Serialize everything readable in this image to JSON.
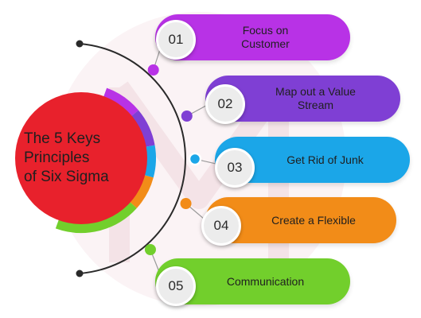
{
  "title_lines": [
    "The 5 Keys",
    "Principles",
    "of Six Sigma"
  ],
  "colors": {
    "center": "#e8212c",
    "steps": [
      "#b832e6",
      "#7f3fd4",
      "#1ba6e8",
      "#f28c18",
      "#72cf2c"
    ]
  },
  "steps": [
    {
      "number": "01",
      "label": "Focus on Customer",
      "lines": [
        "Focus on",
        "Customer"
      ]
    },
    {
      "number": "02",
      "label": "Map out a Value Stream",
      "lines": [
        "Map out a Value",
        "Stream"
      ]
    },
    {
      "number": "03",
      "label": "Get Rid of Junk",
      "lines": [
        "Get Rid of Junk"
      ]
    },
    {
      "number": "04",
      "label": "Create a Flexible",
      "lines": [
        "Create a Flexible"
      ]
    },
    {
      "number": "05",
      "label": "Communication",
      "lines": [
        "Communication"
      ]
    }
  ]
}
